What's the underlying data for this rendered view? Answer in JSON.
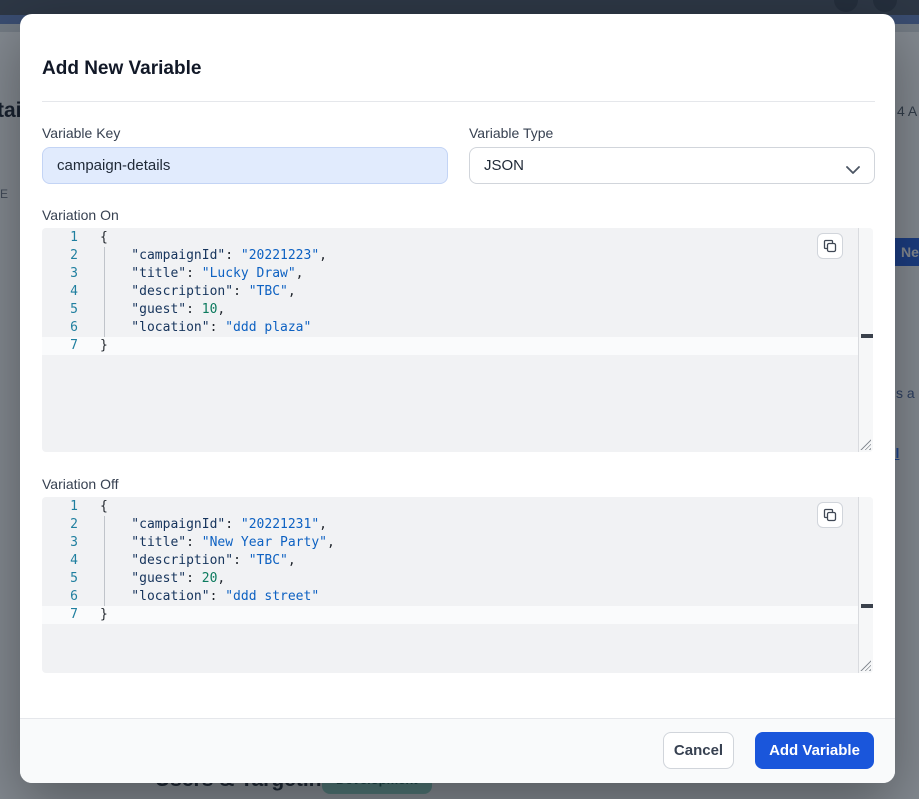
{
  "background": {
    "left_heading_fragment": "tai",
    "left_small_fragment": "E",
    "right_top_fragment": "4 A",
    "right_button_fragment": "Ne",
    "right_text_fragment": "s a",
    "right_link_fragment": "ee l",
    "bottom_heading": "Users & Targeting",
    "bottom_badge": "Development"
  },
  "modal": {
    "title": "Add New Variable",
    "variable_key": {
      "label": "Variable Key",
      "value": "campaign-details"
    },
    "variable_type": {
      "label": "Variable Type",
      "value": "JSON"
    },
    "footer": {
      "cancel_label": "Cancel",
      "submit_label": "Add Variable"
    }
  },
  "editors": {
    "variation_on": {
      "label": "Variation On",
      "active_line": 7,
      "lines": [
        [
          {
            "c": "punct",
            "t": "{"
          }
        ],
        [
          {
            "c": "key",
            "t": "    \"campaignId\""
          },
          {
            "c": "punct",
            "t": ": "
          },
          {
            "c": "str",
            "t": "\"20221223\""
          },
          {
            "c": "punct",
            "t": ","
          }
        ],
        [
          {
            "c": "key",
            "t": "    \"title\""
          },
          {
            "c": "punct",
            "t": ": "
          },
          {
            "c": "str",
            "t": "\"Lucky Draw\""
          },
          {
            "c": "punct",
            "t": ","
          }
        ],
        [
          {
            "c": "key",
            "t": "    \"description\""
          },
          {
            "c": "punct",
            "t": ": "
          },
          {
            "c": "str",
            "t": "\"TBC\""
          },
          {
            "c": "punct",
            "t": ","
          }
        ],
        [
          {
            "c": "key",
            "t": "    \"guest\""
          },
          {
            "c": "punct",
            "t": ": "
          },
          {
            "c": "num",
            "t": "10"
          },
          {
            "c": "punct",
            "t": ","
          }
        ],
        [
          {
            "c": "key",
            "t": "    \"location\""
          },
          {
            "c": "punct",
            "t": ": "
          },
          {
            "c": "str",
            "t": "\"ddd plaza\""
          }
        ],
        [
          {
            "c": "punct",
            "t": "}"
          }
        ]
      ]
    },
    "variation_off": {
      "label": "Variation Off",
      "active_line": 7,
      "lines": [
        [
          {
            "c": "punct",
            "t": "{"
          }
        ],
        [
          {
            "c": "key",
            "t": "    \"campaignId\""
          },
          {
            "c": "punct",
            "t": ": "
          },
          {
            "c": "str",
            "t": "\"20221231\""
          },
          {
            "c": "punct",
            "t": ","
          }
        ],
        [
          {
            "c": "key",
            "t": "    \"title\""
          },
          {
            "c": "punct",
            "t": ": "
          },
          {
            "c": "str",
            "t": "\"New Year Party\""
          },
          {
            "c": "punct",
            "t": ","
          }
        ],
        [
          {
            "c": "key",
            "t": "    \"description\""
          },
          {
            "c": "punct",
            "t": ": "
          },
          {
            "c": "str",
            "t": "\"TBC\""
          },
          {
            "c": "punct",
            "t": ","
          }
        ],
        [
          {
            "c": "key",
            "t": "    \"guest\""
          },
          {
            "c": "punct",
            "t": ": "
          },
          {
            "c": "num",
            "t": "20"
          },
          {
            "c": "punct",
            "t": ","
          }
        ],
        [
          {
            "c": "key",
            "t": "    \"location\""
          },
          {
            "c": "punct",
            "t": ": "
          },
          {
            "c": "str",
            "t": "\"ddd street\""
          }
        ],
        [
          {
            "c": "punct",
            "t": "}"
          }
        ]
      ]
    }
  },
  "colors": {
    "accent_blue": "#1a56db",
    "editor_bg": "#f1f2f4",
    "line_number": "#1f7f9f",
    "token_key": "#16345c",
    "token_string": "#0d61c2",
    "token_number": "#0c7a5e",
    "badge_teal": "#8fd6c6",
    "navbar": "#3f4757"
  }
}
